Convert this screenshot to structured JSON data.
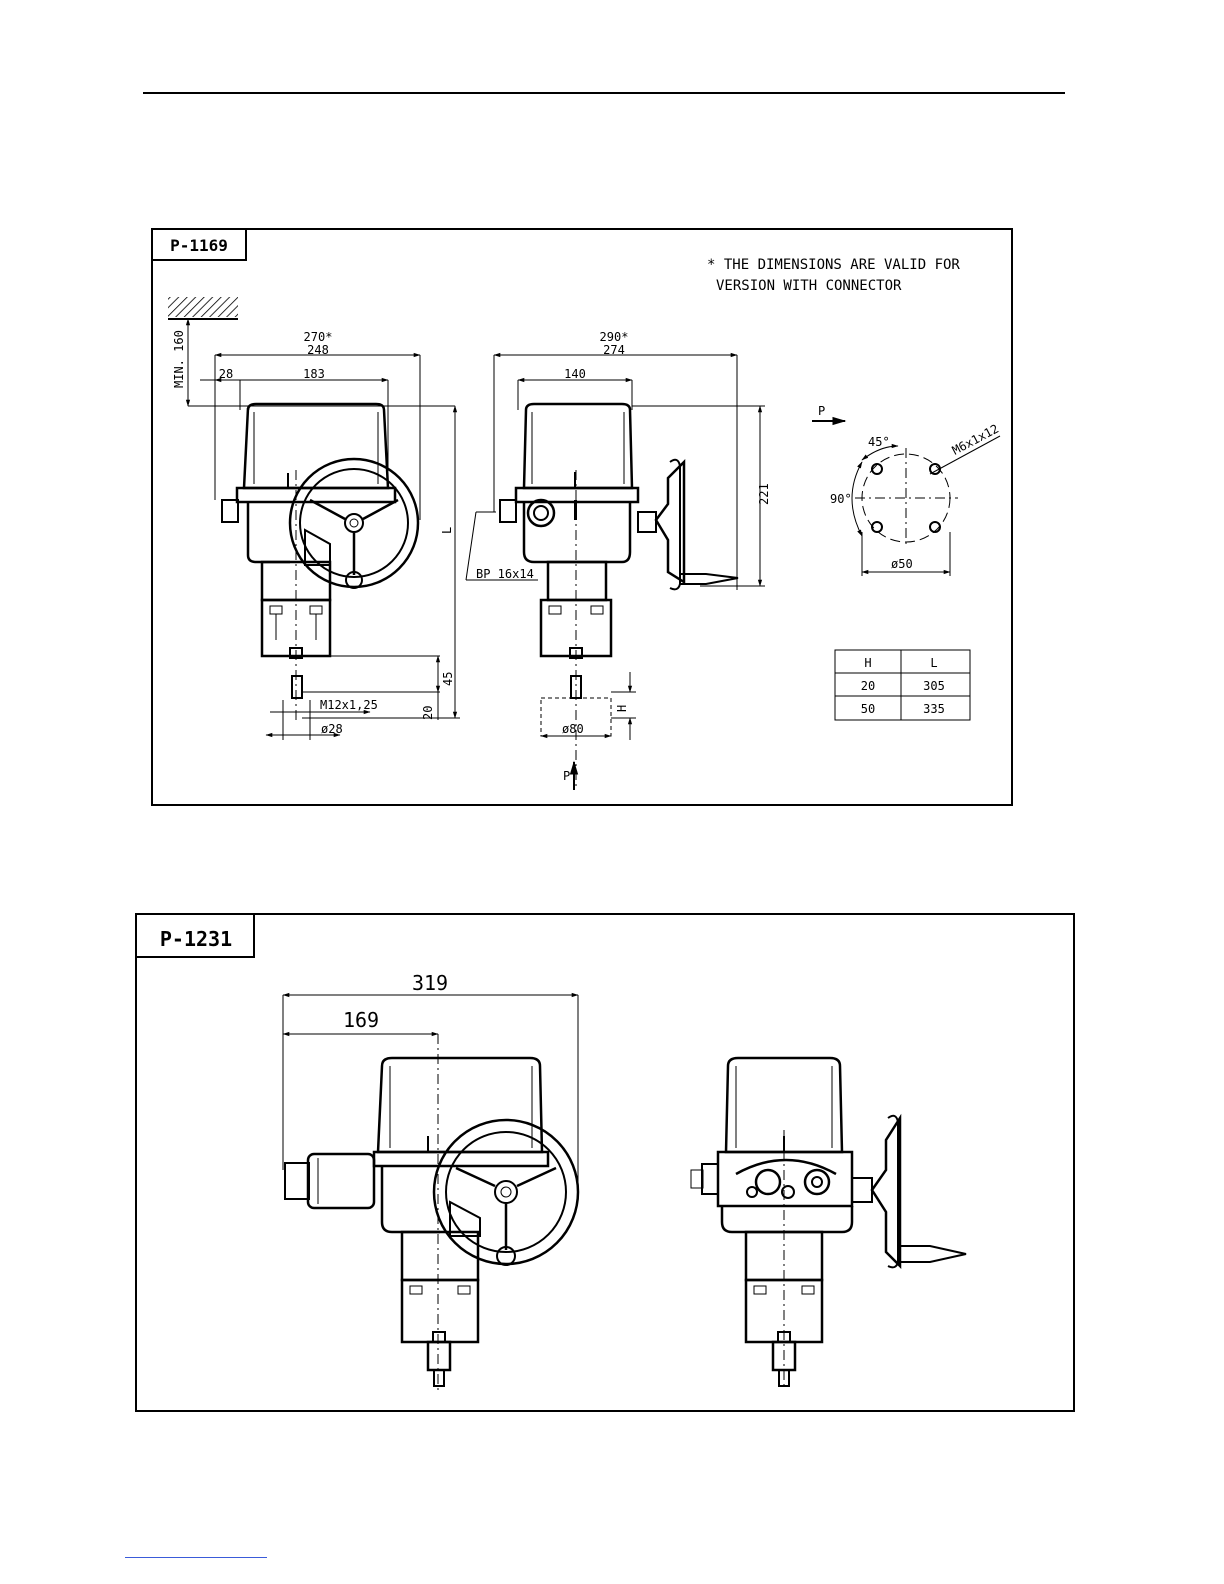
{
  "drawing1": {
    "title": "P-1169",
    "note_line1": "* THE DIMENSIONS ARE VALID FOR",
    "note_line2": "VERSION WITH CONNECTOR",
    "dims": {
      "min160": "MIN. 160",
      "w270": "270*",
      "w248": "248",
      "w28": "28",
      "w183": "183",
      "L": "L",
      "d45": "45",
      "d20": "20",
      "m12": "M12x1,25",
      "d28": "ø28",
      "w290": "290*",
      "w274": "274",
      "w140": "140",
      "h221": "221",
      "bp": "BP 16x14",
      "H": "H",
      "d80": "ø80",
      "P_bottom": "P",
      "P_side": "P",
      "a45": "45°",
      "a90": "90°",
      "m6": "M6x1x12",
      "d50": "ø50"
    },
    "table": {
      "headers": [
        "H",
        "L"
      ],
      "rows": [
        [
          "20",
          "305"
        ],
        [
          "50",
          "335"
        ]
      ]
    }
  },
  "drawing2": {
    "title": "P-1231",
    "dims": {
      "w319": "319",
      "w169": "169"
    }
  }
}
